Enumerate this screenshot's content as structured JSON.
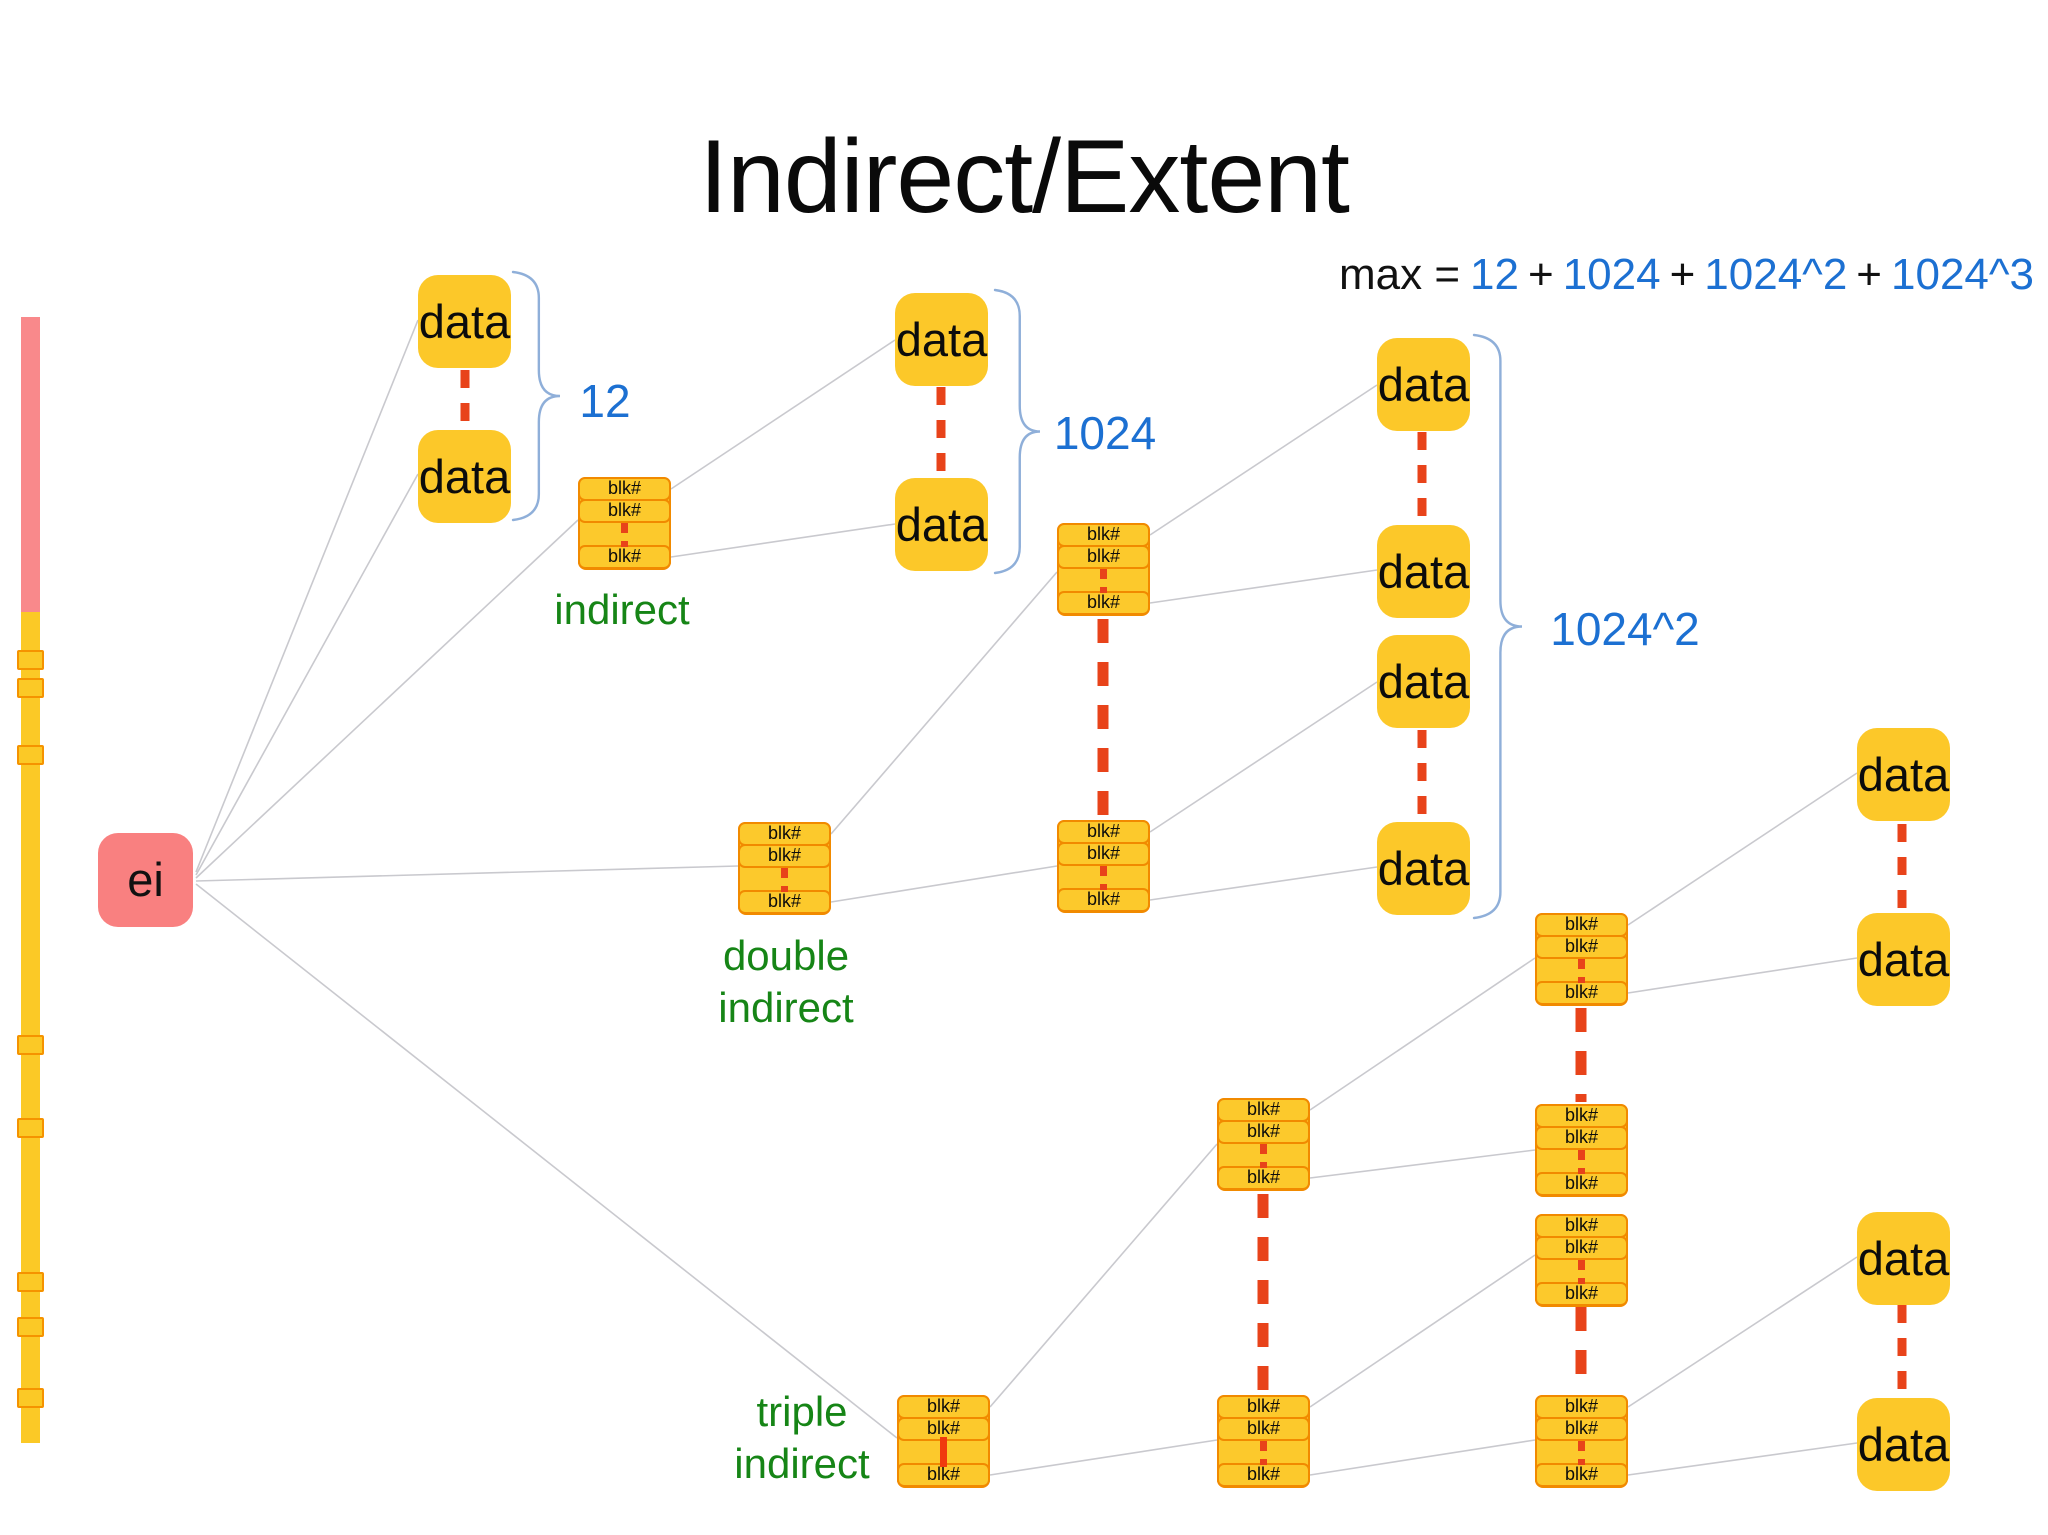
{
  "title": "Indirect/Extent",
  "formula": {
    "prefix": "max =",
    "operator": "+",
    "terms": [
      "12",
      "1024",
      "1024^2",
      "1024^3"
    ]
  },
  "inode": {
    "label": "ei"
  },
  "block_labels": {
    "data_block": "data",
    "pointer_row": "blk#"
  },
  "annotations": {
    "direct_count": "12",
    "single_indirect_count": "1024",
    "double_indirect_count": "1024^2",
    "single_indirect_label": "indirect",
    "double_indirect_label": [
      "double",
      "indirect"
    ],
    "triple_indirect_label": [
      "triple",
      "indirect"
    ]
  },
  "colors": {
    "block_fill": "#FCC829",
    "block_border": "#F18A00",
    "inode_fill": "#F98080",
    "inode_bar_top": "#F9898B",
    "inode_bar_bottom": "#FBC926",
    "pointer_dash": "#E8431A",
    "count_text": "#1C70D2",
    "label_text": "#168516",
    "brace": "#8FAFD9",
    "connector_line": "#C9C9CE",
    "title_text": "#0A0A0A"
  }
}
